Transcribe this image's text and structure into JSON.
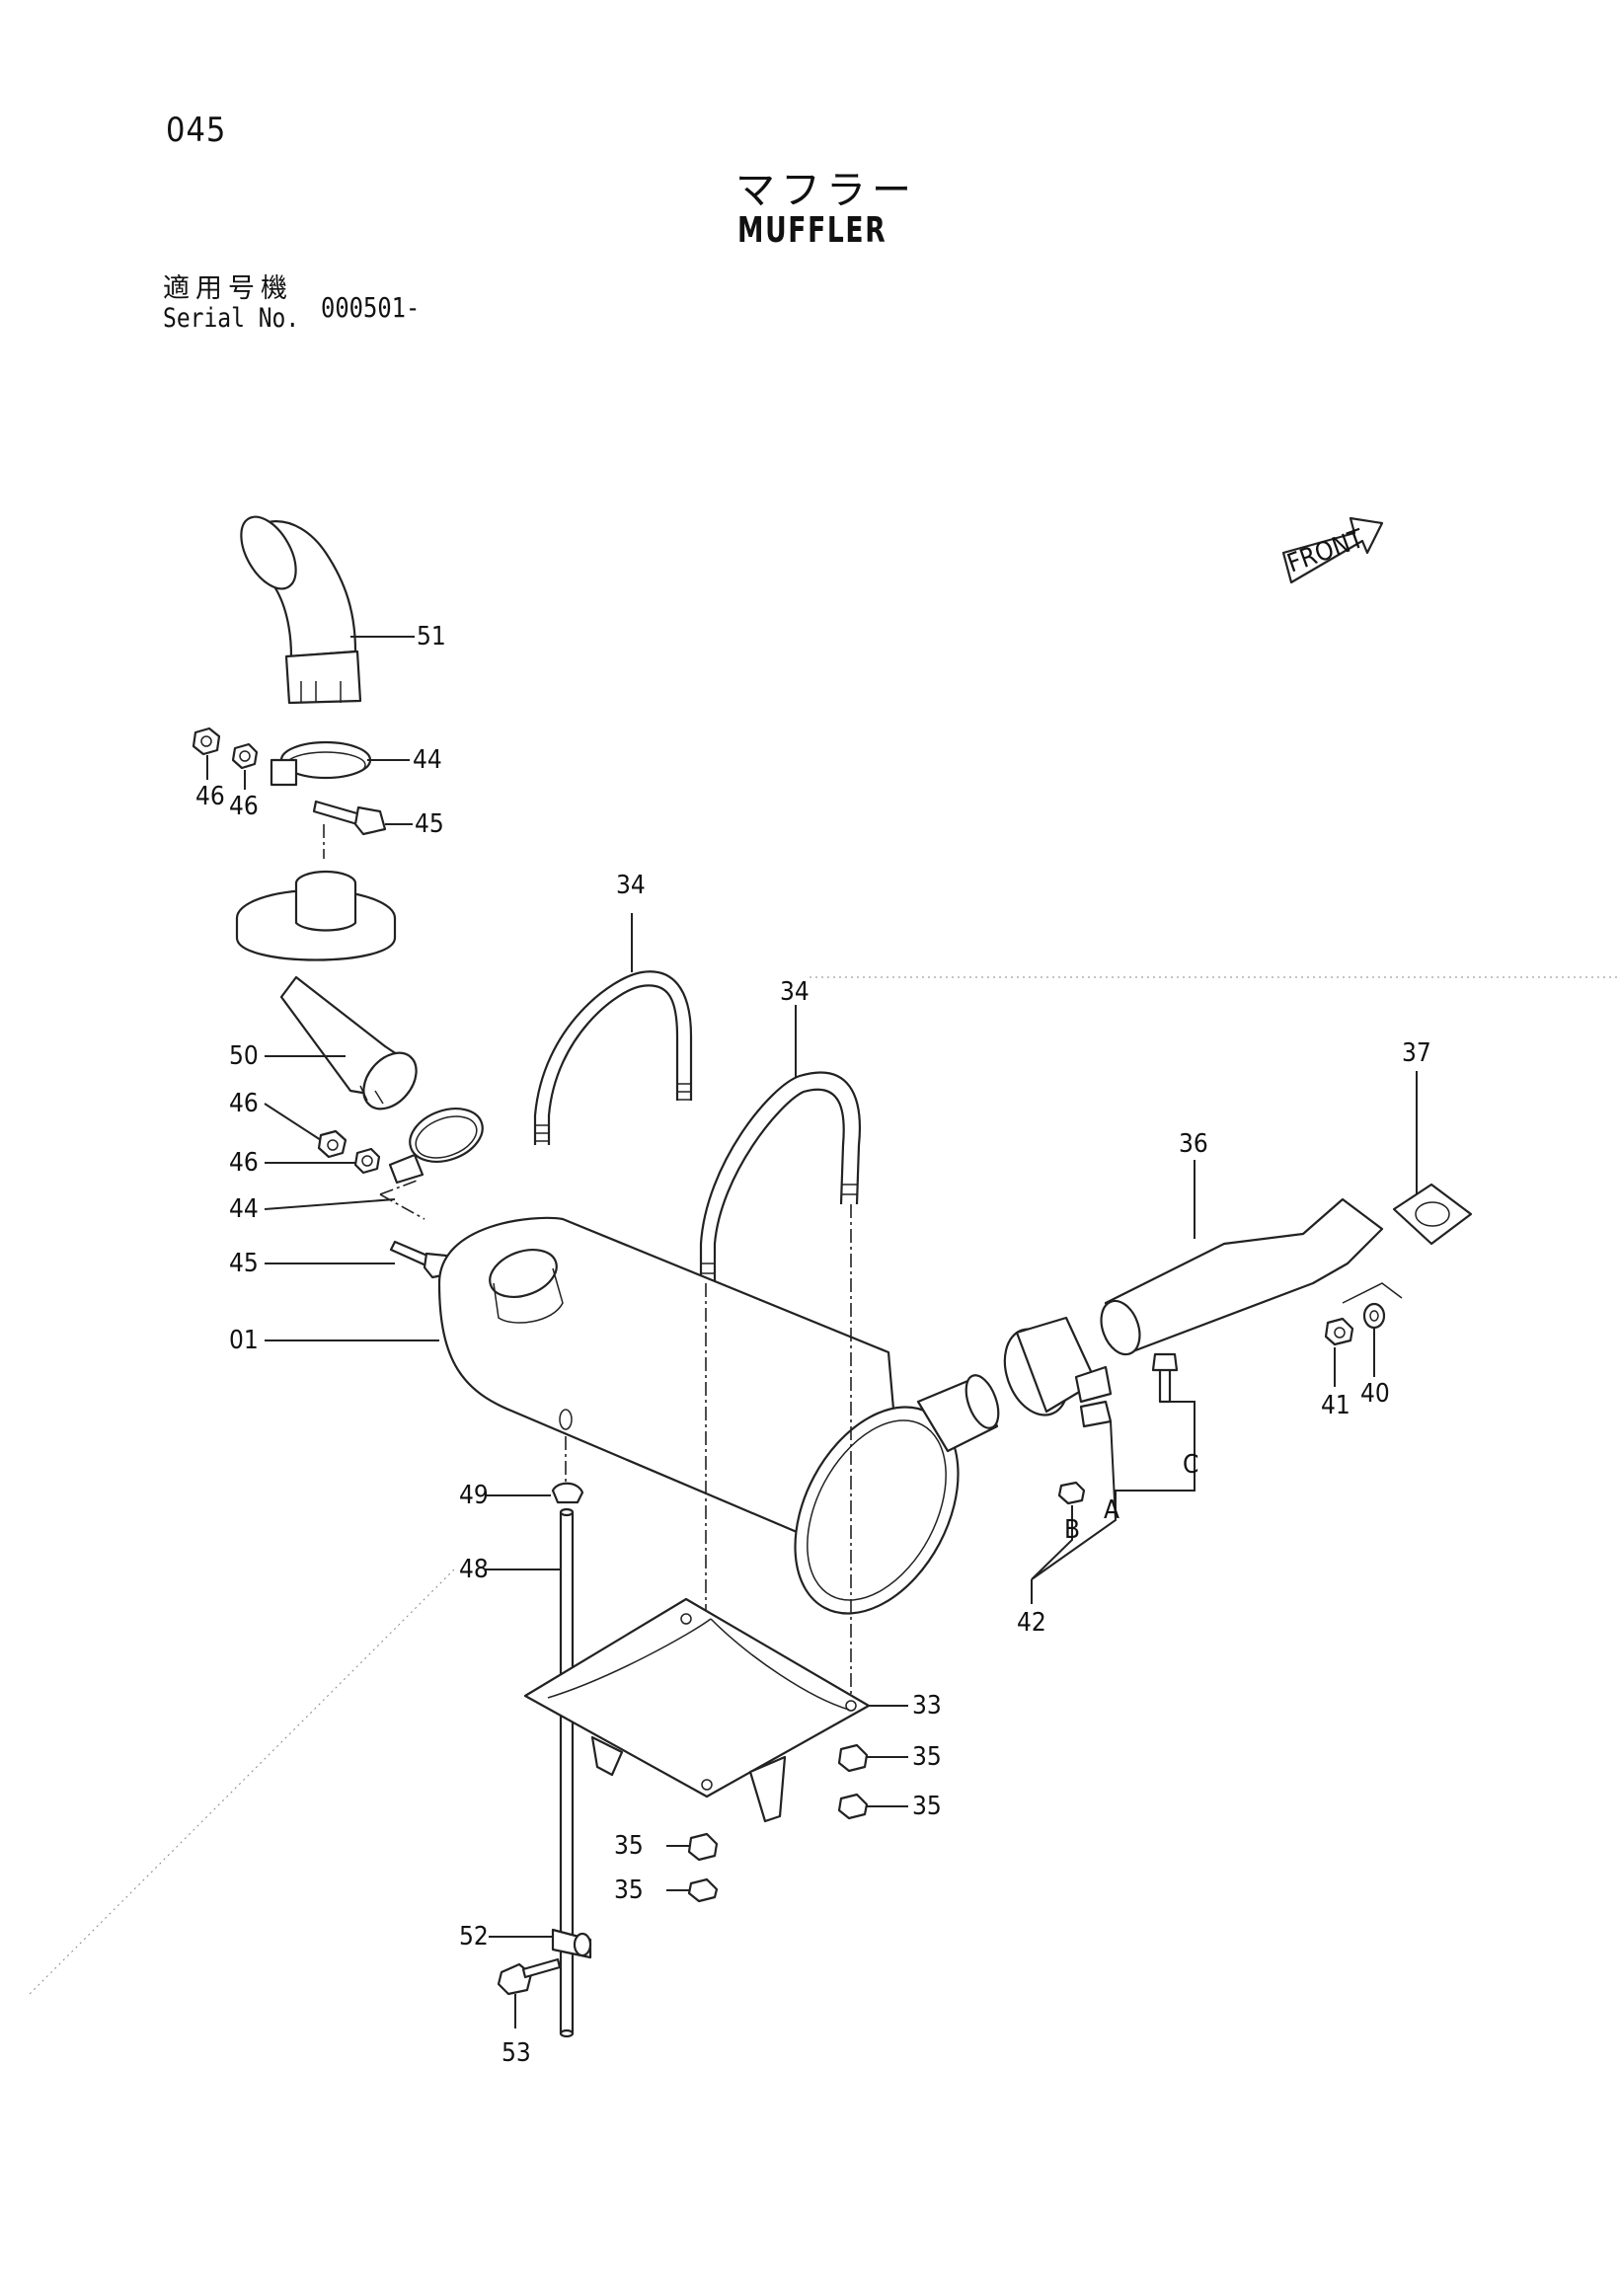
{
  "page_number": "045",
  "title_jp": "マフラー",
  "title_en": "MUFFLER",
  "serial_jp": "適用号機",
  "serial_label": "Serial No.",
  "serial_value": "000501-",
  "front_label": "FRONT",
  "callouts": {
    "p51": "51",
    "p44a": "44",
    "p46a": "46",
    "p46b": "46",
    "p45a": "45",
    "p34a": "34",
    "p34b": "34",
    "p37": "37",
    "p36": "36",
    "p50": "50",
    "p46c": "46",
    "p46d": "46",
    "p44b": "44",
    "p45b": "45",
    "p01": "01",
    "p41": "41",
    "p40": "40",
    "pC": "C",
    "pA": "A",
    "pB": "B",
    "p42": "42",
    "p49": "49",
    "p48": "48",
    "p33": "33",
    "p35a": "35",
    "p35b": "35",
    "p35c": "35",
    "p35d": "35",
    "p52": "52",
    "p53": "53"
  }
}
